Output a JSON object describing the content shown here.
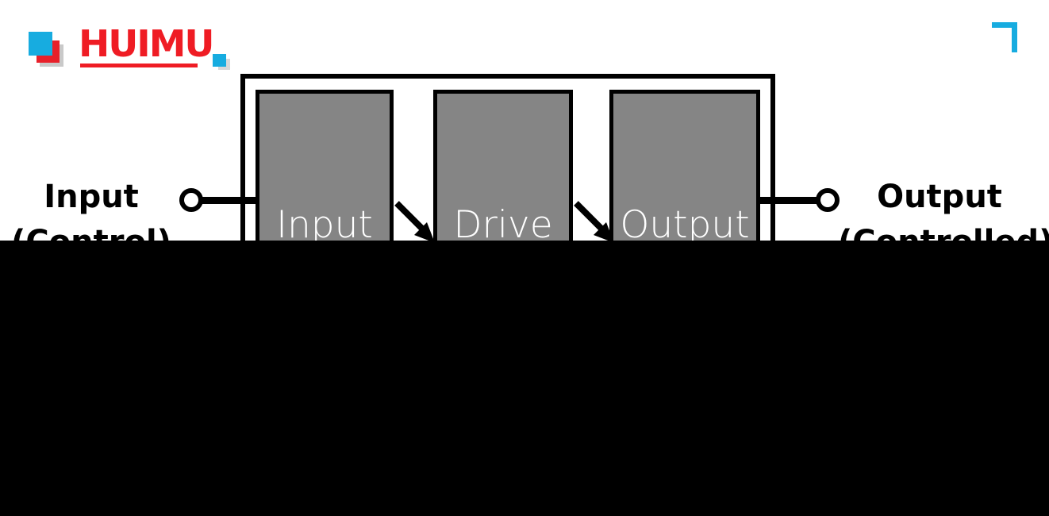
{
  "brand": {
    "wordmark": "HUIMU",
    "mark_icon": "stacked-squares-icon",
    "dot_icon": "small-blue-square-icon",
    "corner_icon": "corner-bracket-icon",
    "colors": {
      "blue": "#17ace0",
      "red": "#ef1c24",
      "shadow_gray": "#c9c9c9"
    }
  },
  "diagram": {
    "type": "block-diagram",
    "frame_label": "",
    "stages": [
      {
        "id": "input",
        "label": "Input"
      },
      {
        "id": "drive",
        "label": "Drive"
      },
      {
        "id": "output",
        "label": "Output"
      }
    ],
    "arrows": [
      {
        "from": "input",
        "to": "drive",
        "icon": "arrow-down-right-icon"
      },
      {
        "from": "drive",
        "to": "output",
        "icon": "arrow-down-right-icon"
      }
    ],
    "terminals": [
      {
        "side": "left",
        "icon": "circle-terminal-icon"
      },
      {
        "side": "right",
        "icon": "circle-terminal-icon"
      }
    ],
    "captions": {
      "left": "Input\n(Control)",
      "left_line1": "Input",
      "left_line2": "(Control)",
      "right": "Output\n(Controlled)",
      "right_line1": "Output",
      "right_line2": "(Controlled)"
    },
    "colors": {
      "block_fill": "#858585",
      "block_stroke": "#000000",
      "label_text": "#ffffff"
    }
  }
}
